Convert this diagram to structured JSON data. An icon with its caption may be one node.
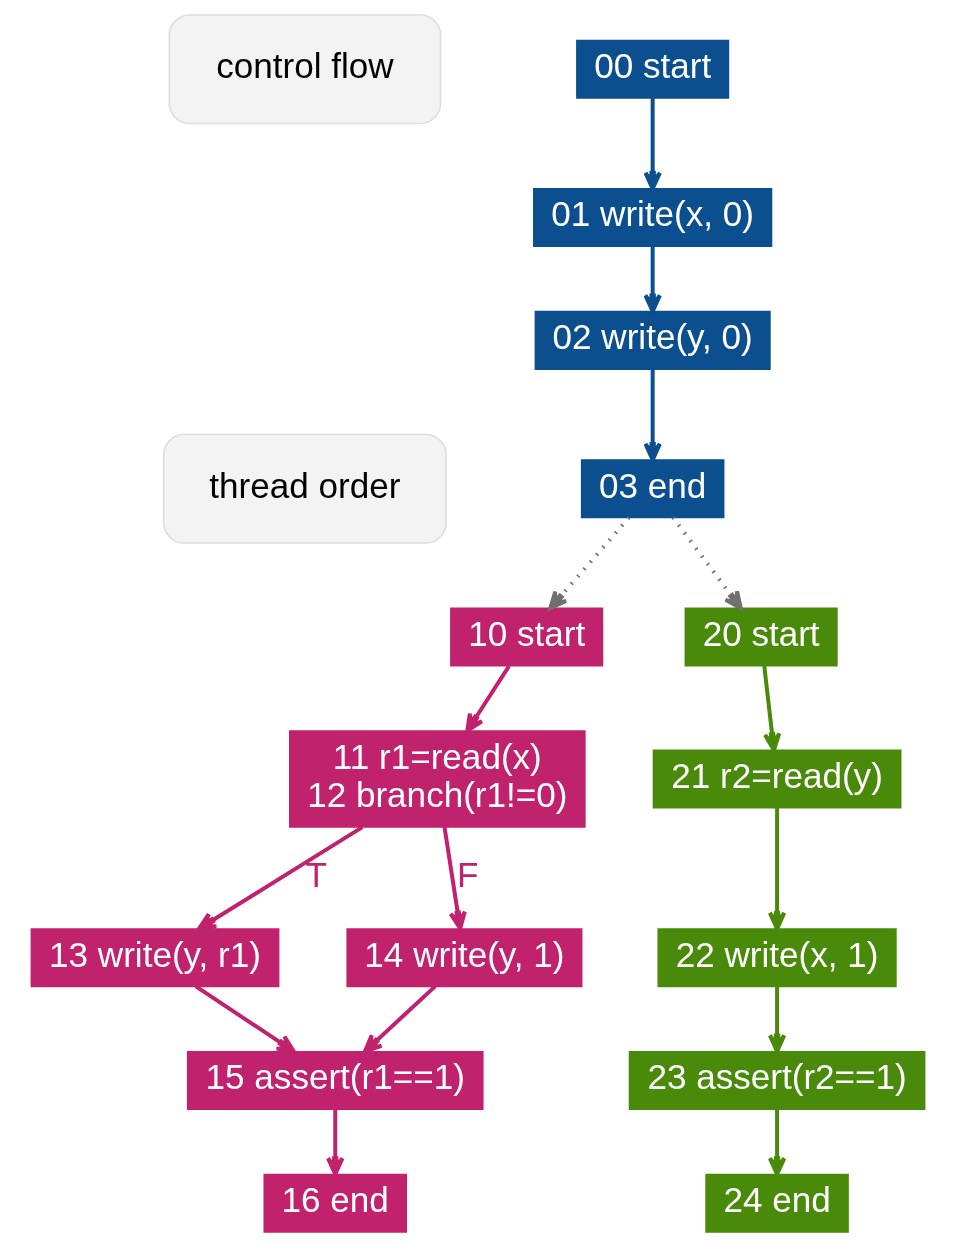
{
  "diagram": {
    "nodes": [
      {
        "text": [
          "control flow"
        ]
      },
      {
        "text": [
          "00 start"
        ]
      },
      {
        "text": [
          "01 write(x, 0)"
        ]
      },
      {
        "text": [
          "02 write(y, 0)"
        ]
      },
      {
        "text": [
          "thread order"
        ]
      },
      {
        "text": [
          "03 end"
        ]
      },
      {
        "text": [
          "10 start"
        ]
      },
      {
        "text": [
          "20 start"
        ]
      },
      {
        "text": [
          "11 r1=read(x)",
          "12 branch(r1!=0)"
        ]
      },
      {
        "text": [
          "21 r2=read(y)"
        ]
      },
      {
        "text": [
          "13 write(y, r1)"
        ]
      },
      {
        "text": [
          "14 write(y, 1)"
        ]
      },
      {
        "text": [
          "22 write(x, 1)"
        ]
      },
      {
        "text": [
          "15 assert(r1==1)"
        ]
      },
      {
        "text": [
          "23 assert(r2==1)"
        ]
      },
      {
        "text": [
          "16 end"
        ]
      },
      {
        "text": [
          "24 end"
        ]
      }
    ],
    "edges": [
      {
        "from": 1,
        "to": 2,
        "arrow": "to",
        "color": "#0b4f8f"
      },
      {
        "from": 2,
        "to": 3,
        "arrow": "to",
        "color": "#0b4f8f"
      },
      {
        "from": 3,
        "to": 5,
        "arrow": "to",
        "color": "#0b4f8f"
      },
      {
        "from": 5,
        "to": 6,
        "arrow": "to",
        "style": "dashed",
        "color": "#707070"
      },
      {
        "from": 5,
        "to": 7,
        "arrow": "to",
        "style": "dashed",
        "color": "#707070"
      },
      {
        "from": 6,
        "to": 8,
        "arrow": "to"
      },
      {
        "from": 8,
        "to": 10,
        "arrow": "to",
        "label": "T"
      },
      {
        "from": 8,
        "to": 11,
        "arrow": "to",
        "label": "F"
      },
      {
        "from": 10,
        "to": 13,
        "arrow": "to"
      },
      {
        "from": 11,
        "to": 13,
        "arrow": "to"
      },
      {
        "from": 13,
        "to": 15,
        "arrow": "to"
      },
      {
        "from": 7,
        "to": 9,
        "arrow": "to",
        "color": "#4a8a0a"
      },
      {
        "from": 9,
        "to": 12,
        "arrow": "to",
        "color": "#4a8a0a"
      },
      {
        "from": 12,
        "to": 14,
        "arrow": "to",
        "color": "#4a8a0a"
      },
      {
        "from": 14,
        "to": 16,
        "arrow": "to",
        "color": "#4a8a0a"
      }
    ]
  }
}
